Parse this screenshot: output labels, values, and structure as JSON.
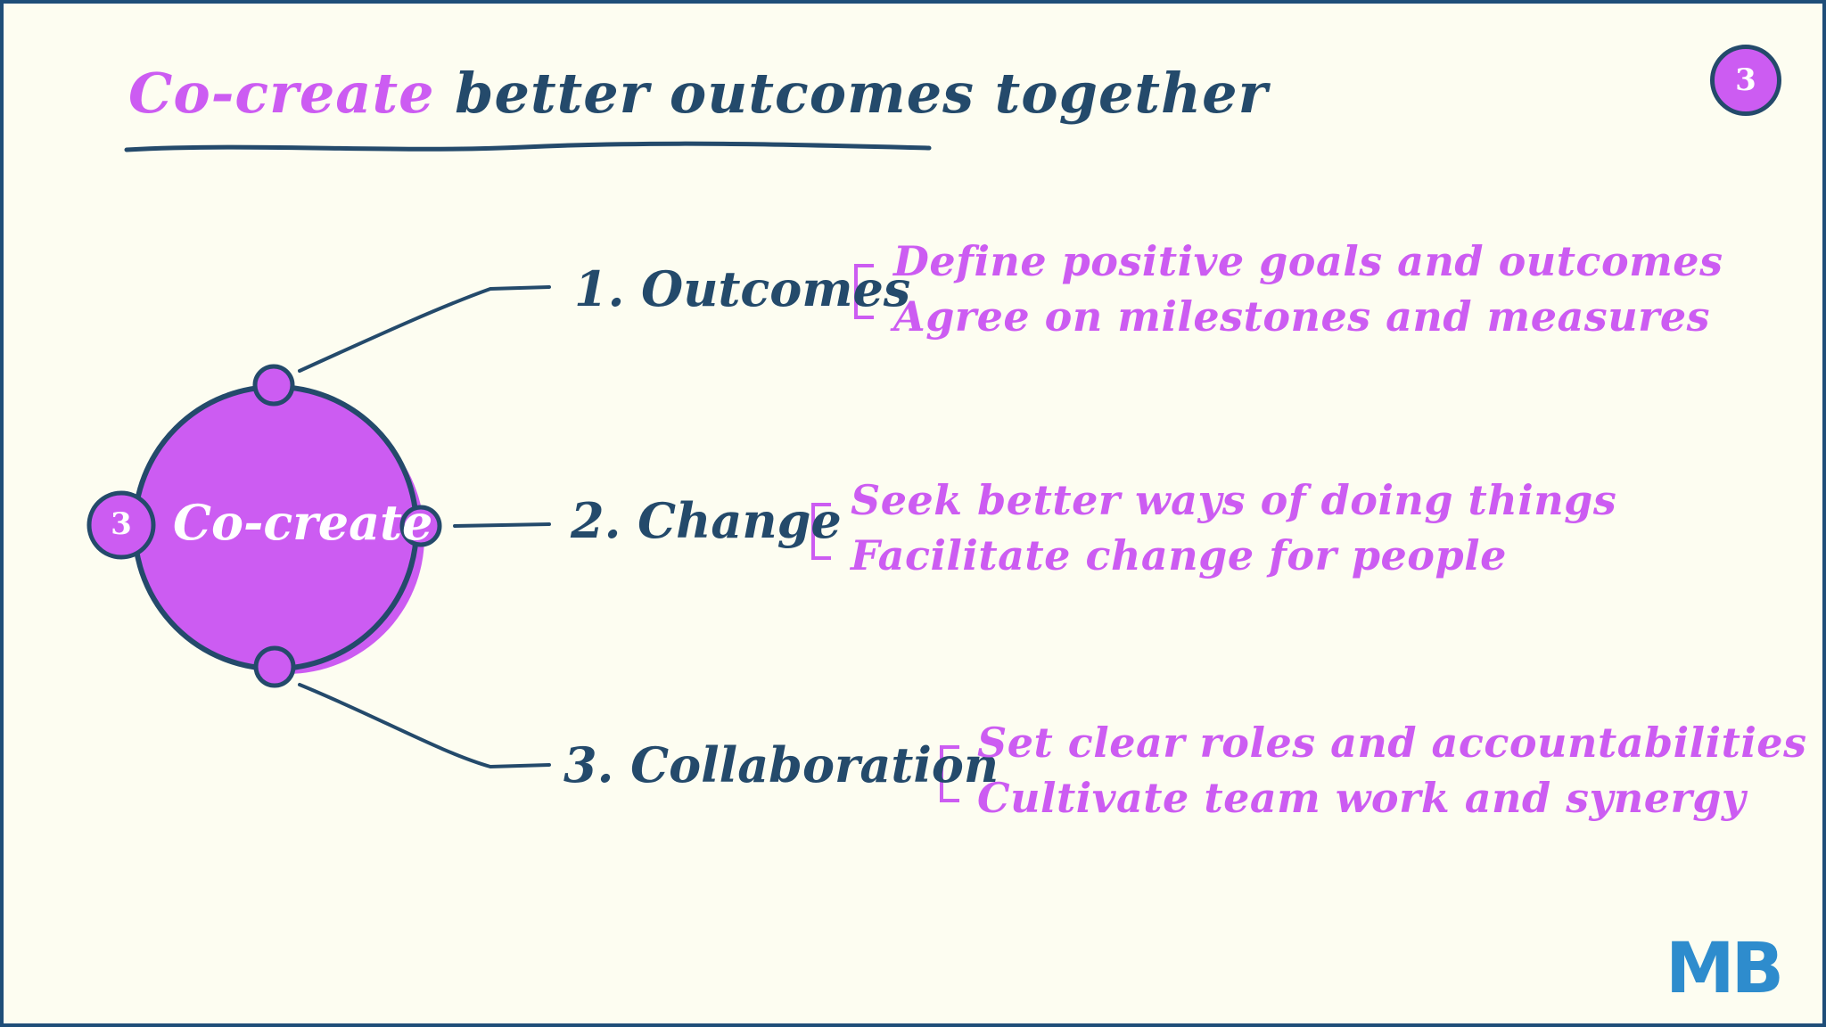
{
  "slide": {
    "title_accent": "Co-create",
    "title_rest": " better outcomes together",
    "page_number": "3",
    "logo_text": "MB"
  },
  "hub": {
    "label": "Co-create",
    "number": "3"
  },
  "branches": [
    {
      "label": "1. Outcomes",
      "points": [
        "Define positive goals and outcomes",
        "Agree on milestones and measures"
      ]
    },
    {
      "label": "2. Change",
      "points": [
        "Seek better ways of doing things",
        "Facilitate change for people"
      ]
    },
    {
      "label": "3. Collaboration",
      "points": [
        "Set clear roles and accountabilities",
        "Cultivate team work and synergy"
      ]
    }
  ],
  "colors": {
    "background": "#fdfdf1",
    "navy": "#244a6b",
    "purple": "#cc5cf2",
    "frame": "#1f4e79",
    "logo": "#2e8ccd"
  }
}
